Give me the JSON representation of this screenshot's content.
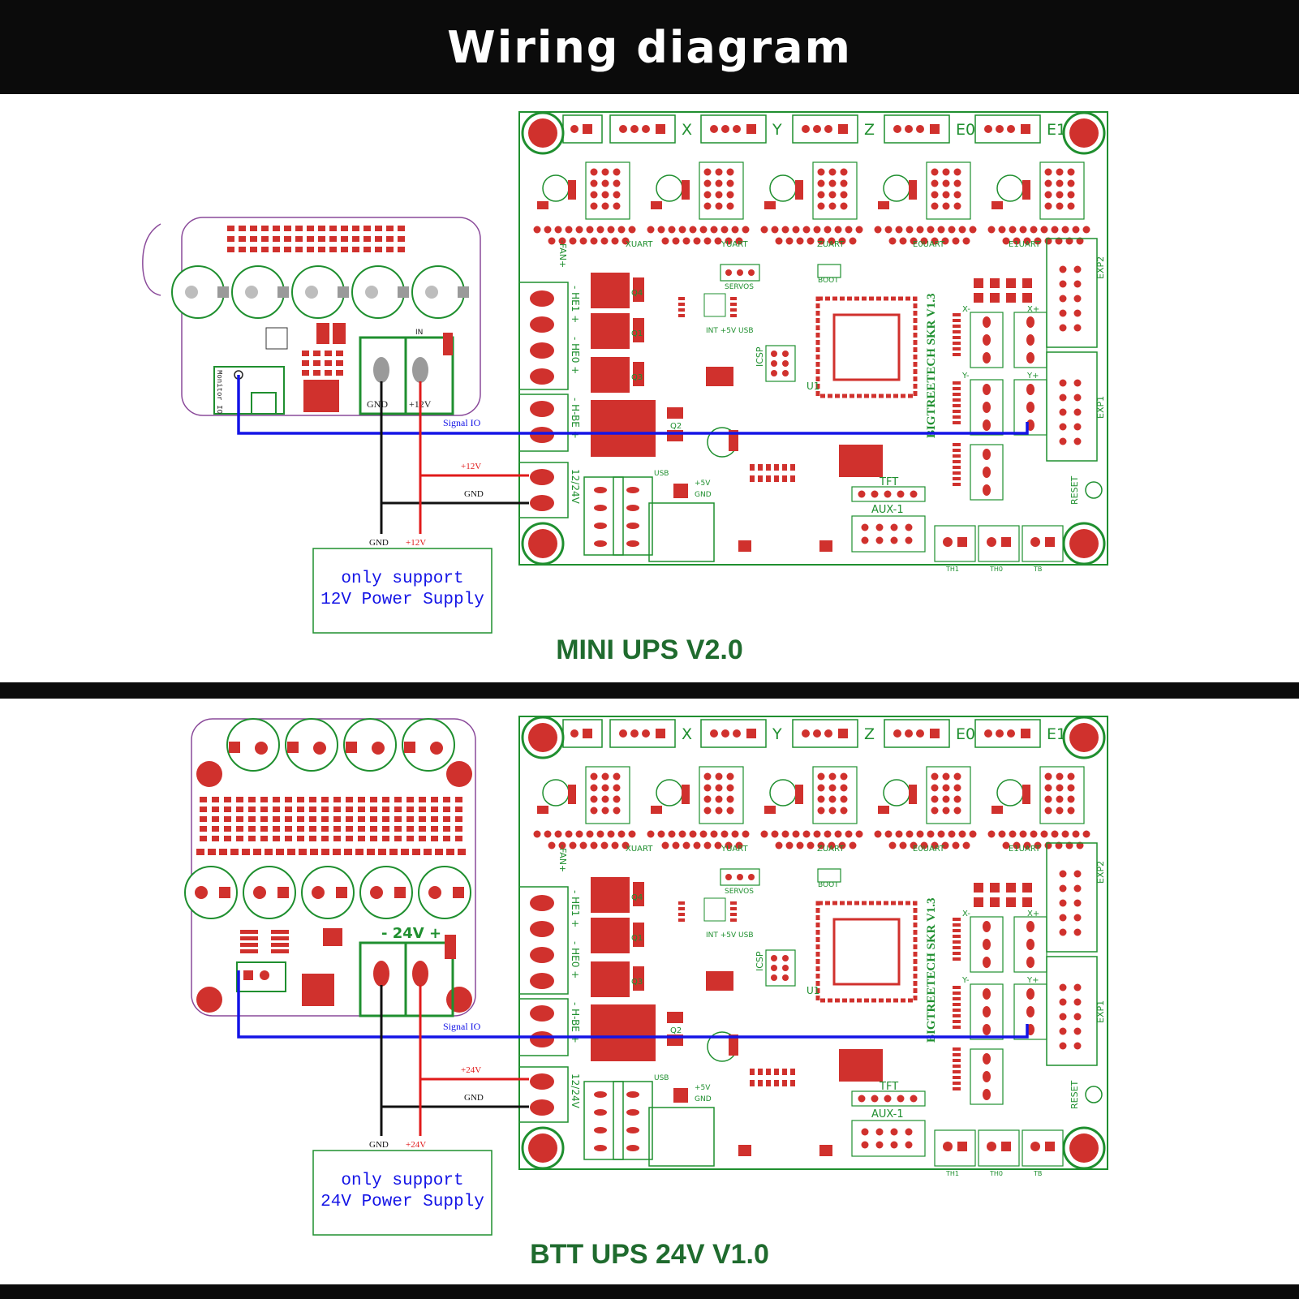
{
  "title": "Wiring diagram",
  "colors": {
    "background": "#ffffff",
    "band": "#0b0b0b",
    "silkscreen_green": "#1f8f2f",
    "pad_red": "#d0312d",
    "signal_wire": "#1414e6",
    "positive_wire": "#e01a1a",
    "ground_wire": "#111111",
    "caption_green": "#1f6b2e"
  },
  "mainboard": {
    "name": "BIGTREETECH SKR V1.3",
    "axis_labels": [
      "X",
      "Y",
      "Z",
      "E0",
      "E1"
    ],
    "connector_labels": {
      "fan": "-FAN+",
      "he1": "- HE1 +",
      "he0": "- HE0 +",
      "bed": "- H-BE +",
      "power_in": "12/24V",
      "servos": "SERVOS",
      "boot": "BOOT",
      "tft": "TFT",
      "aux1": "AUX-1",
      "exp1": "EXP1",
      "exp2": "EXP2",
      "reset": "RESET",
      "usb": "USB",
      "isp": "ICSP",
      "mcu": "U1",
      "th1": "TH1",
      "th0": "TH0",
      "tb": "TB",
      "plus5v": "+5V",
      "gnd": "GND",
      "int_5v_usb": "INT +5V USB",
      "uart_row": [
        "XUART",
        "YUART",
        "ZUART",
        "E0UART",
        "E1UART"
      ],
      "endstops": [
        "X-",
        "X+",
        "Y-",
        "Y+"
      ],
      "mosfets": [
        "Q4",
        "Q1",
        "Q3",
        "Q2"
      ]
    }
  },
  "sections": [
    {
      "ups_name": "MINI UPS V2.0",
      "ups_labels": {
        "monitor": "Monitor IO",
        "gnd_terminal": "GND",
        "pos_terminal": "+12V",
        "in": "IN"
      },
      "wires": {
        "signal": "Signal IO",
        "positive": "+12V",
        "ground": "GND"
      },
      "supply_box": {
        "gnd_label": "GND",
        "pos_label": "+12V",
        "line1": "only support",
        "line2": "12V Power Supply"
      }
    },
    {
      "ups_name": "BTT UPS 24V V1.0",
      "ups_labels": {
        "terminal": "- 24V +"
      },
      "wires": {
        "signal": "Signal IO",
        "positive": "+24V",
        "ground": "GND"
      },
      "supply_box": {
        "gnd_label": "GND",
        "pos_label": "+24V",
        "line1": "only support",
        "line2": "24V Power Supply"
      }
    }
  ]
}
